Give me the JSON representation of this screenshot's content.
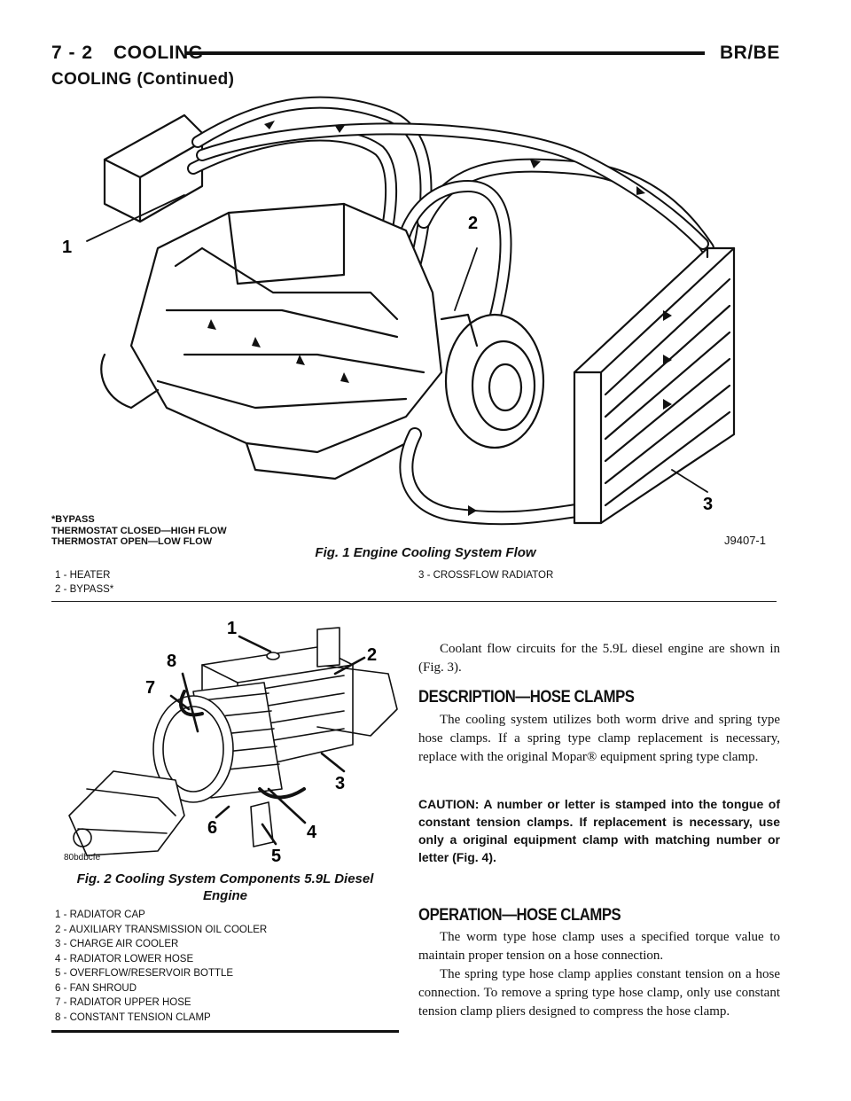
{
  "header": {
    "page_number": "7 - 2",
    "section": "COOLING",
    "model": "BR/BE",
    "continued_title": "COOLING (Continued)"
  },
  "figure1": {
    "callouts": [
      "1",
      "2",
      "3"
    ],
    "notes": [
      "*BYPASS",
      "THERMOSTAT CLOSED—HIGH FLOW",
      "THERMOSTAT OPEN—LOW FLOW"
    ],
    "code": "J9407-1",
    "caption": "Fig. 1 Engine Cooling System Flow",
    "legend_left": [
      "1 - HEATER",
      "2 - BYPASS*"
    ],
    "legend_right": [
      "3 - CROSSFLOW RADIATOR"
    ]
  },
  "figure2": {
    "callouts": [
      "1",
      "2",
      "3",
      "4",
      "5",
      "6",
      "7",
      "8"
    ],
    "code": "80bdbcfe",
    "caption_line1": "Fig. 2 Cooling System Components 5.9L Diesel",
    "caption_line2": "Engine",
    "legend": [
      "1 - RADIATOR CAP",
      "2 - AUXILIARY TRANSMISSION OIL COOLER",
      "3 - CHARGE AIR COOLER",
      "4 - RADIATOR LOWER HOSE",
      "5 - OVERFLOW/RESERVOIR BOTTLE",
      "6 - FAN SHROUD",
      "7 - RADIATOR UPPER HOSE",
      "8 - CONSTANT TENSION CLAMP"
    ]
  },
  "text": {
    "intro": "Coolant flow circuits for the 5.9L diesel engine are shown in (Fig. 3).",
    "desc_heading": "DESCRIPTION—HOSE CLAMPS",
    "desc_body": "The cooling system utilizes both worm drive and spring type hose clamps. If a spring type clamp replacement is necessary, replace with the original Mopar® equipment spring type clamp.",
    "caution": "CAUTION: A number or letter is stamped into the tongue of constant tension clamps. If replacement is necessary, use only a original equipment clamp with matching number or letter (Fig. 4).",
    "oper_heading": "OPERATION—HOSE CLAMPS",
    "oper_body1": "The worm type hose clamp uses a specified torque value to maintain proper tension on a hose connection.",
    "oper_body2": "The spring type hose clamp applies constant tension on a hose connection. To remove a spring type hose clamp, only use constant tension clamp pliers designed to compress the hose clamp."
  }
}
